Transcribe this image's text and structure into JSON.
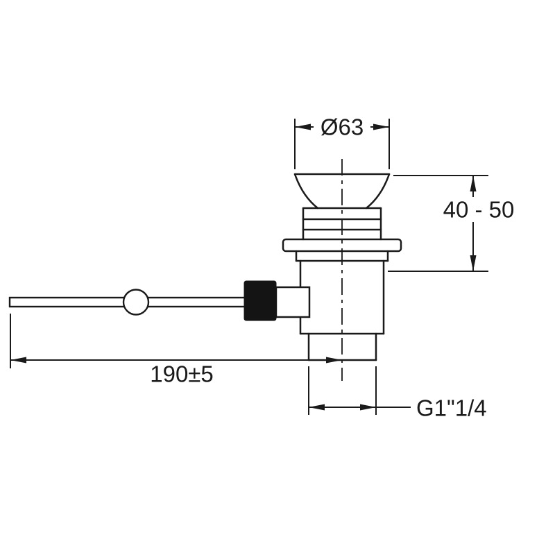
{
  "drawing": {
    "type": "technical-dimension-drawing",
    "subject": "pop-up basin waste with lever",
    "line_color": "#1a1a1a",
    "background_color": "#ffffff",
    "dimensions": {
      "diameter": "Ø63",
      "height_range": "40 - 50",
      "lever_length": "190±5",
      "thread": "G1\"1/4"
    }
  }
}
